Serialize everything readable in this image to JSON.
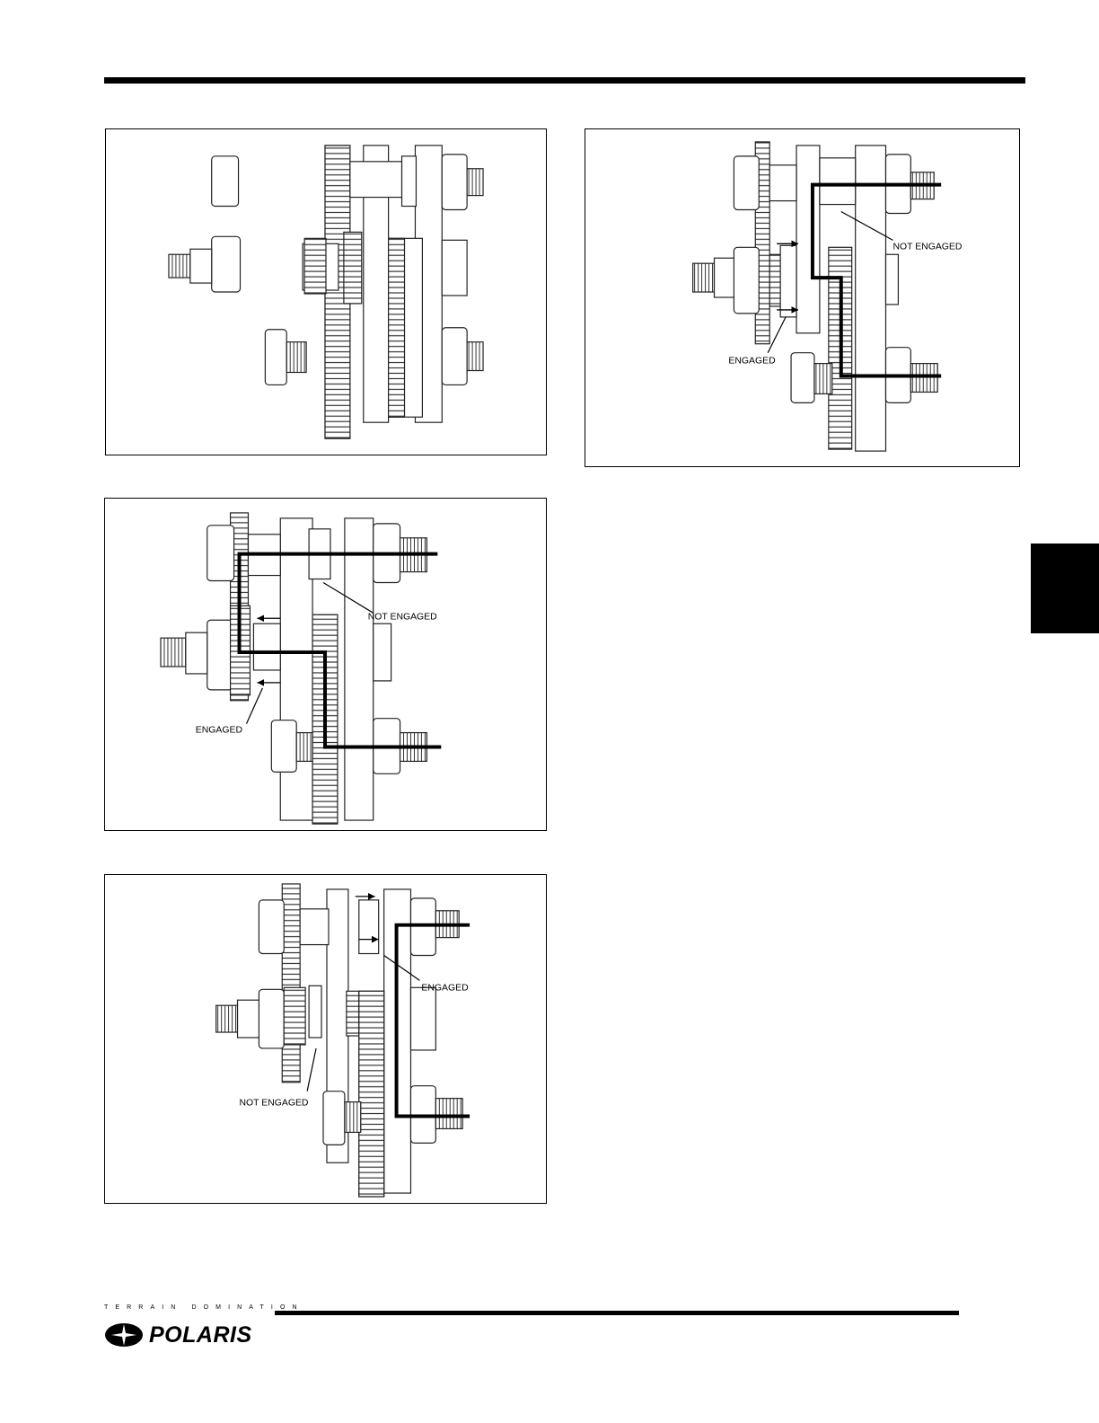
{
  "figures": [
    {
      "id": "figure-1",
      "labels": []
    },
    {
      "id": "figure-2",
      "labels": [
        "NOT ENGAGED",
        "ENGAGED"
      ]
    },
    {
      "id": "figure-3",
      "labels": [
        "ENGAGED",
        "NOT ENGAGED"
      ]
    },
    {
      "id": "figure-4",
      "labels": [
        "NOT ENGAGED",
        "ENGAGED"
      ]
    }
  ],
  "footer": {
    "tagline": "TERRAIN DOMINATION",
    "brand": "POLARIS"
  }
}
